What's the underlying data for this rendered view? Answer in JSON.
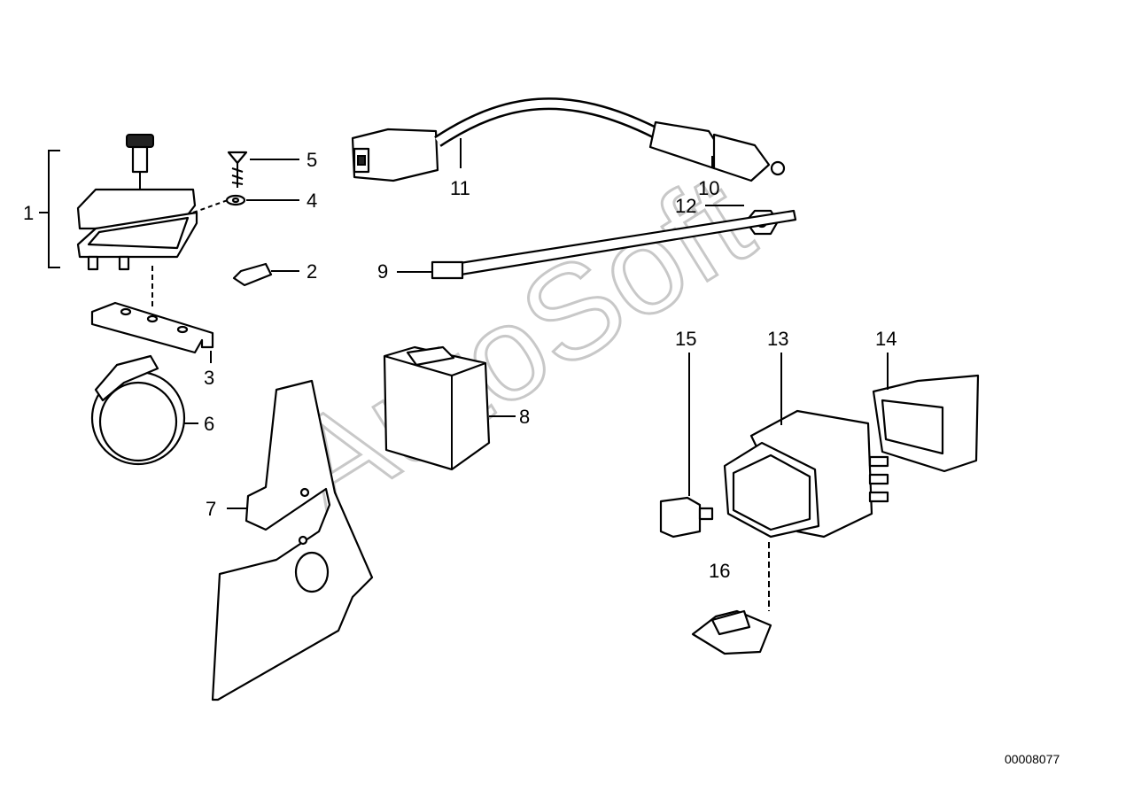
{
  "diagram": {
    "watermark": "AutoSoft",
    "reference_number": "00008077",
    "callouts": [
      "1",
      "2",
      "3",
      "4",
      "5",
      "6",
      "7",
      "8",
      "9",
      "10",
      "11",
      "12",
      "13",
      "14",
      "15",
      "16"
    ]
  }
}
